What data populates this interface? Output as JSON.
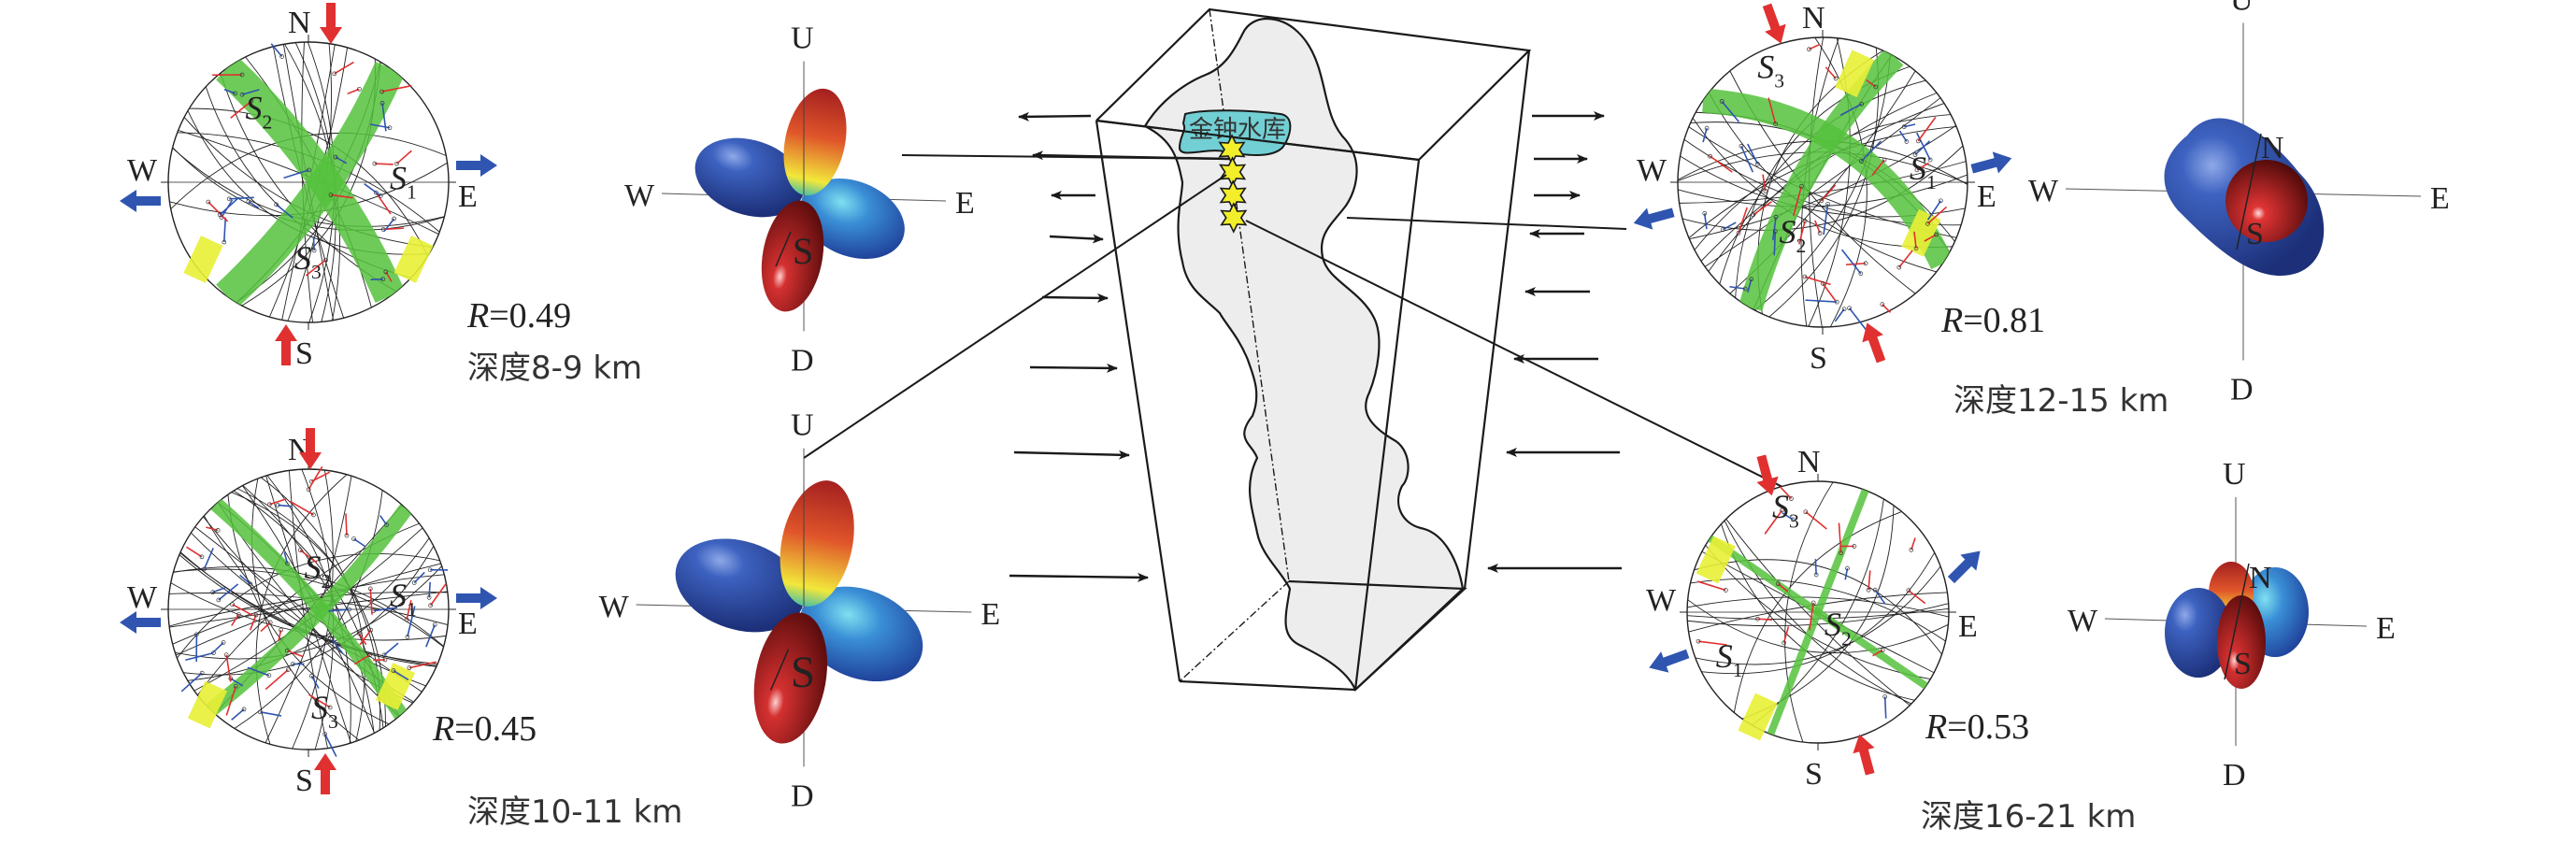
{
  "figure": {
    "reservoir_label": "金钟水库",
    "earthquake_count": 4,
    "colors": {
      "great_circle": "#222222",
      "nodal_band": "#55c23c",
      "confidence_patch": "#e8f035",
      "compression_arrow": "#e03030",
      "extension_arrow": "#2f55b0",
      "reservoir_fill": "#72cfd4",
      "fault_zone_fill": "#ededed",
      "star_fill": "#f2ee2a",
      "lobe_positive": "#b52020",
      "lobe_negative": "#2c4fa8"
    }
  },
  "panels": [
    {
      "id": "depth-8-9",
      "depth_label": "深度8-9 km",
      "ratio_label": "R=0.49",
      "R": 0.49,
      "stereonet": {
        "N": "N",
        "S": "S",
        "W": "W",
        "E": "E",
        "s1": "S",
        "s2": "S",
        "s3": "S",
        "s1_sub": "1",
        "s2_sub": "2",
        "s3_sub": "3"
      },
      "beachball": {
        "U": "U",
        "D": "D",
        "W": "W",
        "E": "E",
        "S": "S"
      }
    },
    {
      "id": "depth-10-11",
      "depth_label": "深度10-11 km",
      "ratio_label": "R=0.45",
      "R": 0.45,
      "stereonet": {
        "N": "N",
        "S": "S",
        "W": "W",
        "E": "E",
        "s1": "S",
        "s2": "S",
        "s3": "S",
        "s1_sub": "1",
        "s2_sub": "2",
        "s3_sub": "3"
      },
      "beachball": {
        "U": "U",
        "D": "D",
        "W": "W",
        "E": "E",
        "S": "S"
      }
    },
    {
      "id": "depth-12-15",
      "depth_label": "深度12-15 km",
      "ratio_label": "R=0.81",
      "R": 0.81,
      "stereonet": {
        "N": "N",
        "S": "S",
        "W": "W",
        "E": "E",
        "s1": "S",
        "s2": "S",
        "s3": "S",
        "s1_sub": "1",
        "s2_sub": "2",
        "s3_sub": "3"
      },
      "beachball": {
        "U": "U",
        "D": "D",
        "W": "W",
        "E": "E",
        "N": "N",
        "S": "S"
      }
    },
    {
      "id": "depth-16-21",
      "depth_label": "深度16-21 km",
      "ratio_label": "R=0.53",
      "R": 0.53,
      "stereonet": {
        "N": "N",
        "S": "S",
        "W": "W",
        "E": "E",
        "s1": "S",
        "s2": "S",
        "s3": "S",
        "s1_sub": "1",
        "s2_sub": "2",
        "s3_sub": "3"
      },
      "beachball": {
        "U": "U",
        "D": "D",
        "W": "W",
        "E": "E",
        "N": "N",
        "S": "S"
      }
    }
  ]
}
